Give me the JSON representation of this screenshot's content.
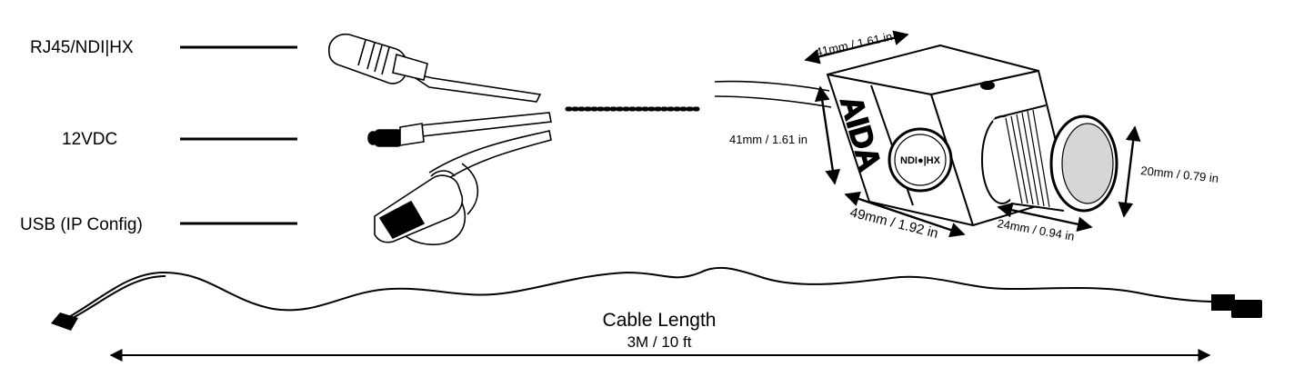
{
  "connectors": {
    "rj45": "RJ45/NDI|HX",
    "power": "12VDC",
    "usb": "USB (IP Config)"
  },
  "camera": {
    "brand": "AIDA",
    "badge": "NDI●|HX"
  },
  "dimensions": {
    "top_depth": "41mm / 1.61 in",
    "side_height": "41mm / 1.61 in",
    "front_width": "49mm / 1.92 in",
    "lens_length": "24mm / 0.94 in",
    "lens_diameter": "20mm / 0.79 in"
  },
  "cable": {
    "title": "Cable Length",
    "length": "3M / 10 ft"
  },
  "colors": {
    "ink": "#000000",
    "background": "#ffffff",
    "lens_gray": "#d6d6d6"
  }
}
